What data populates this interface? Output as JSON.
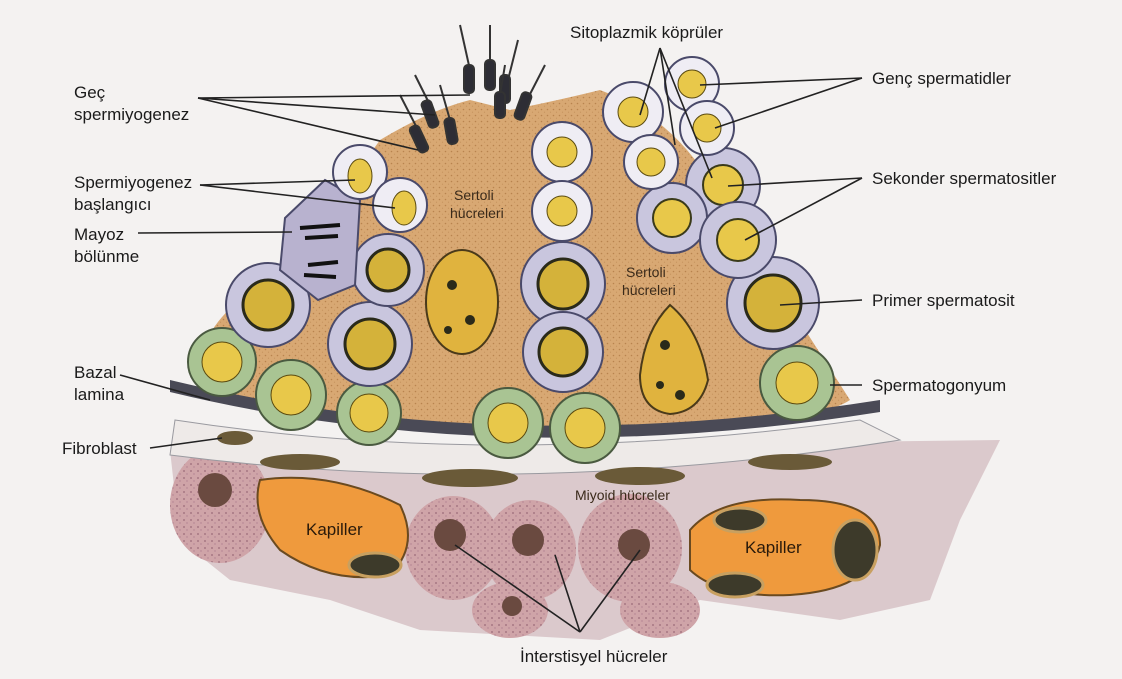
{
  "labels": {
    "gec": [
      "Geç",
      "spermiyogenez"
    ],
    "baslangic": [
      "Spermiyogenez",
      "başlangıcı"
    ],
    "mayoz": [
      "Mayoz",
      "bölünme"
    ],
    "bazal": [
      "Bazal",
      "lamina"
    ],
    "fibroblast": "Fibroblast",
    "sitoplazmik": "Sitoplazmik köprüler",
    "genc": "Genç spermatidler",
    "sekonder": "Sekonder spermatositler",
    "primer": "Primer spermatosit",
    "spermatogonyum": "Spermatogonyum",
    "interstisyel": "İnterstisyel hücreler",
    "miyoid": "Miyoid hücreler",
    "sertoli_left": [
      "Sertoli",
      "hücreleri"
    ],
    "sertoli_right": [
      "Sertoli",
      "hücreleri"
    ],
    "kapiller_left": "Kapiller",
    "kapiller_right": "Kapiller"
  },
  "colors": {
    "background": "#f4f2f1",
    "sertoli": "#d8a873",
    "nucleus": "#e8c84a",
    "spermatocyte_cell": "#c9c6de",
    "spermatogonium_cell": "#a9c493",
    "capillary": "#ef9a3d",
    "interstitial": "#cfa4a8",
    "lamina": "#4a4a56"
  }
}
